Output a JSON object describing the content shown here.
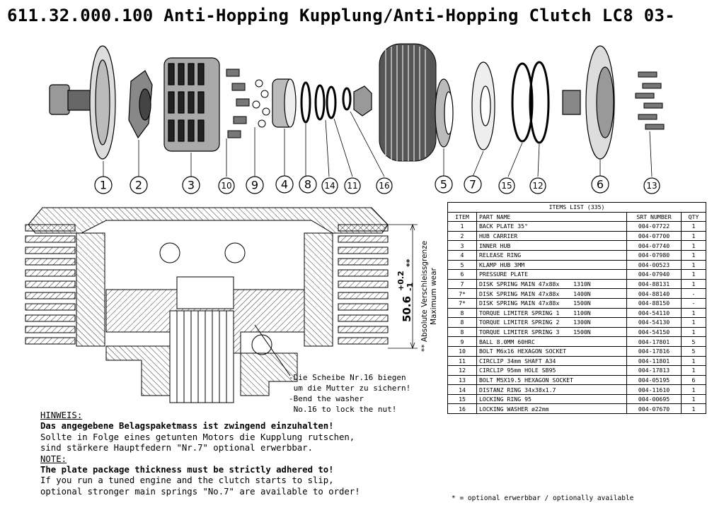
{
  "title": "611.32.000.100 Anti-Hopping Kupplung/Anti-Hopping Clutch LC8 03-",
  "callouts": [
    "1",
    "2",
    "3",
    "10",
    "9",
    "4",
    "8",
    "14",
    "11",
    "16",
    "5",
    "7",
    "15",
    "12",
    "6",
    "13"
  ],
  "items_list": {
    "title": "ITEMS LIST (335)",
    "headers": [
      "ITEM",
      "PART NAME",
      "SRT NUMBER",
      "QTY"
    ],
    "rows": [
      [
        "1",
        "BACK PLATE 35°",
        "004-07722",
        "1"
      ],
      [
        "2",
        "HUB CARRIER",
        "004-07700",
        "1"
      ],
      [
        "3",
        "INNER HUB",
        "004-07740",
        "1"
      ],
      [
        "4",
        "RELEASE RING",
        "004-07980",
        "1"
      ],
      [
        "5",
        "KLAMP HUB 3MM",
        "004-00523",
        "1"
      ],
      [
        "6",
        "PRESSURE PLATE",
        "004-07940",
        "1"
      ],
      [
        "7",
        "DISK SPRING MAIN 47x88x    1310N",
        "004-88131",
        "1"
      ],
      [
        "7*",
        "DISK SPRING MAIN 47x88x    1400N",
        "004-88140",
        "-"
      ],
      [
        "7*",
        "DISK SPRING MAIN 47x88x    1500N",
        "004-88150",
        "-"
      ],
      [
        "8",
        "TORQUE LIMITER SPRING 1    1100N",
        "004-54110",
        "1"
      ],
      [
        "8",
        "TORQUE LIMITER SPRING 2    1300N",
        "004-54130",
        "1"
      ],
      [
        "8",
        "TORQUE LIMITER SPRING 3    1500N",
        "004-54150",
        "1"
      ],
      [
        "9",
        "BALL 8.0MM 60HRC",
        "004-17801",
        "5"
      ],
      [
        "10",
        "BOLT M6x16 HEXAGON SOCKET",
        "004-17816",
        "5"
      ],
      [
        "11",
        "CIRCLIP 34mm SHAFT A34",
        "004-11801",
        "1"
      ],
      [
        "12",
        "CIRCLIP 95mm HOLE SB95",
        "004-17813",
        "1"
      ],
      [
        "13",
        "BOLT M5X19.5 HEXAGON SOCKET",
        "004-05195",
        "6"
      ],
      [
        "14",
        "DISTANZ RING 34x38x1.7",
        "004-11610",
        "1"
      ],
      [
        "15",
        "LOCKING RING 95",
        "004-00695",
        "1"
      ],
      [
        "16",
        "LOCKING WASHER ø22mm",
        "004-07670",
        "1"
      ]
    ]
  },
  "dimension": {
    "value": "50.6",
    "tol_plus": "+0.2",
    "tol_minus": "-1",
    "marker": "**",
    "label_de": "** Absolute Verschleissgrenze",
    "label_en": "Maximum wear"
  },
  "washer_note": {
    "line1": "-Die Scheibe Nr.16 biegen",
    "line2": " um die Mutter zu sichern!",
    "line3": "-Bend the washer",
    "line4": " No.16 to lock the nut!"
  },
  "notes": {
    "de_heading": "HINWEIS:",
    "de_bold": "Das angegebene Belagspaketmass ist zwingend einzuhalten!",
    "de_line1": "Sollte in Folge eines getunten Motors die Kupplung rutschen,",
    "de_line2": "sind stärkere Hauptfedern \"Nr.7\" optional erwerbbar.",
    "en_heading": "NOTE:",
    "en_bold": "The plate package thickness must be strictly adhered to!",
    "en_line1": "If you run a tuned engine and the clutch starts to slip,",
    "en_line2": "optional stronger main springs \"No.7\" are available to order!"
  },
  "footnote": "* = optional erwerbbar / optionally available"
}
